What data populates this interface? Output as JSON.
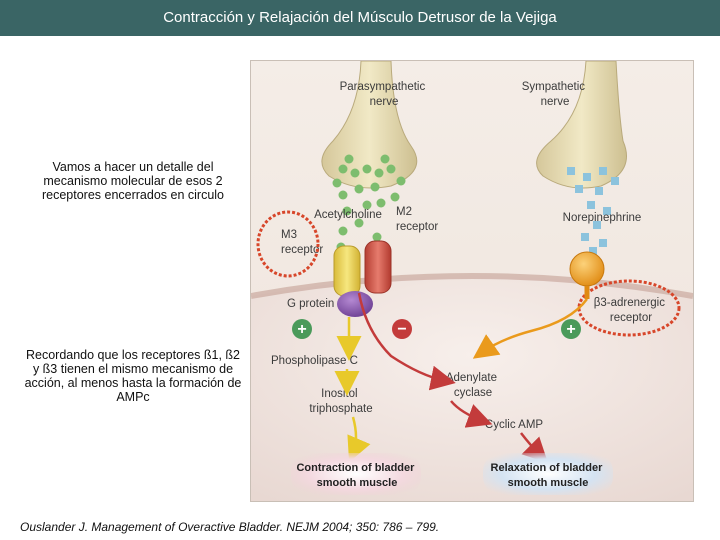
{
  "header": {
    "title": "Contracción y Relajación del Músculo Detrusor de la Vejiga",
    "background": "#3a6565"
  },
  "notes": {
    "receptors_detail": "Vamos a hacer un detalle del mecanismo molecular de esos 2 receptores encerrados en circulo",
    "beta_receptors": "Recordando que los receptores ß1, ß2 y ß3 tienen el mismo mecanismo de acción, al menos hasta la formación de AMPc"
  },
  "citation": "Ouslander J. Management of Overactive Bladder. NEJM 2004; 350: 786 – 799.",
  "diagram": {
    "parasympathetic_nerve": [
      "Parasympathetic",
      "nerve"
    ],
    "sympathetic_nerve": [
      "Sympathetic",
      "nerve"
    ],
    "acetylcholine": "Acetylcholine",
    "m2_receptor": [
      "M2",
      "receptor"
    ],
    "m3_receptor": [
      "M3",
      "receptor"
    ],
    "norepinephrine": "Norepinephrine",
    "g_protein": "G protein",
    "beta3_receptor": [
      "β3-adrenergic",
      "receptor"
    ],
    "phospholipase_c": "Phospholipase C",
    "adenylate_cyclase": [
      "Adenylate",
      "cyclase"
    ],
    "inositol_triphosphate": [
      "Inositol",
      "triphosphate"
    ],
    "cyclic_amp": "Cyclic AMP",
    "contraction": [
      "Contraction of bladder",
      "smooth muscle"
    ],
    "relaxation": [
      "Relaxation of bladder",
      "smooth muscle"
    ],
    "plus_sign": "+",
    "minus_sign": "−",
    "colors": {
      "nerve": "#e9dfb2",
      "acetylcholine_dot": "#7dbd6e",
      "norepinephrine_square": "#8cc3dd",
      "m3_receptor": "#f0dc63",
      "m2_receptor": "#d25a4c",
      "g_protein": "#8a56ad",
      "beta3_receptor": "#f0a022",
      "stimulation": "#4a9a5a",
      "inhibition": "#c33b3b",
      "highlight_circle": "#d7462a"
    }
  }
}
